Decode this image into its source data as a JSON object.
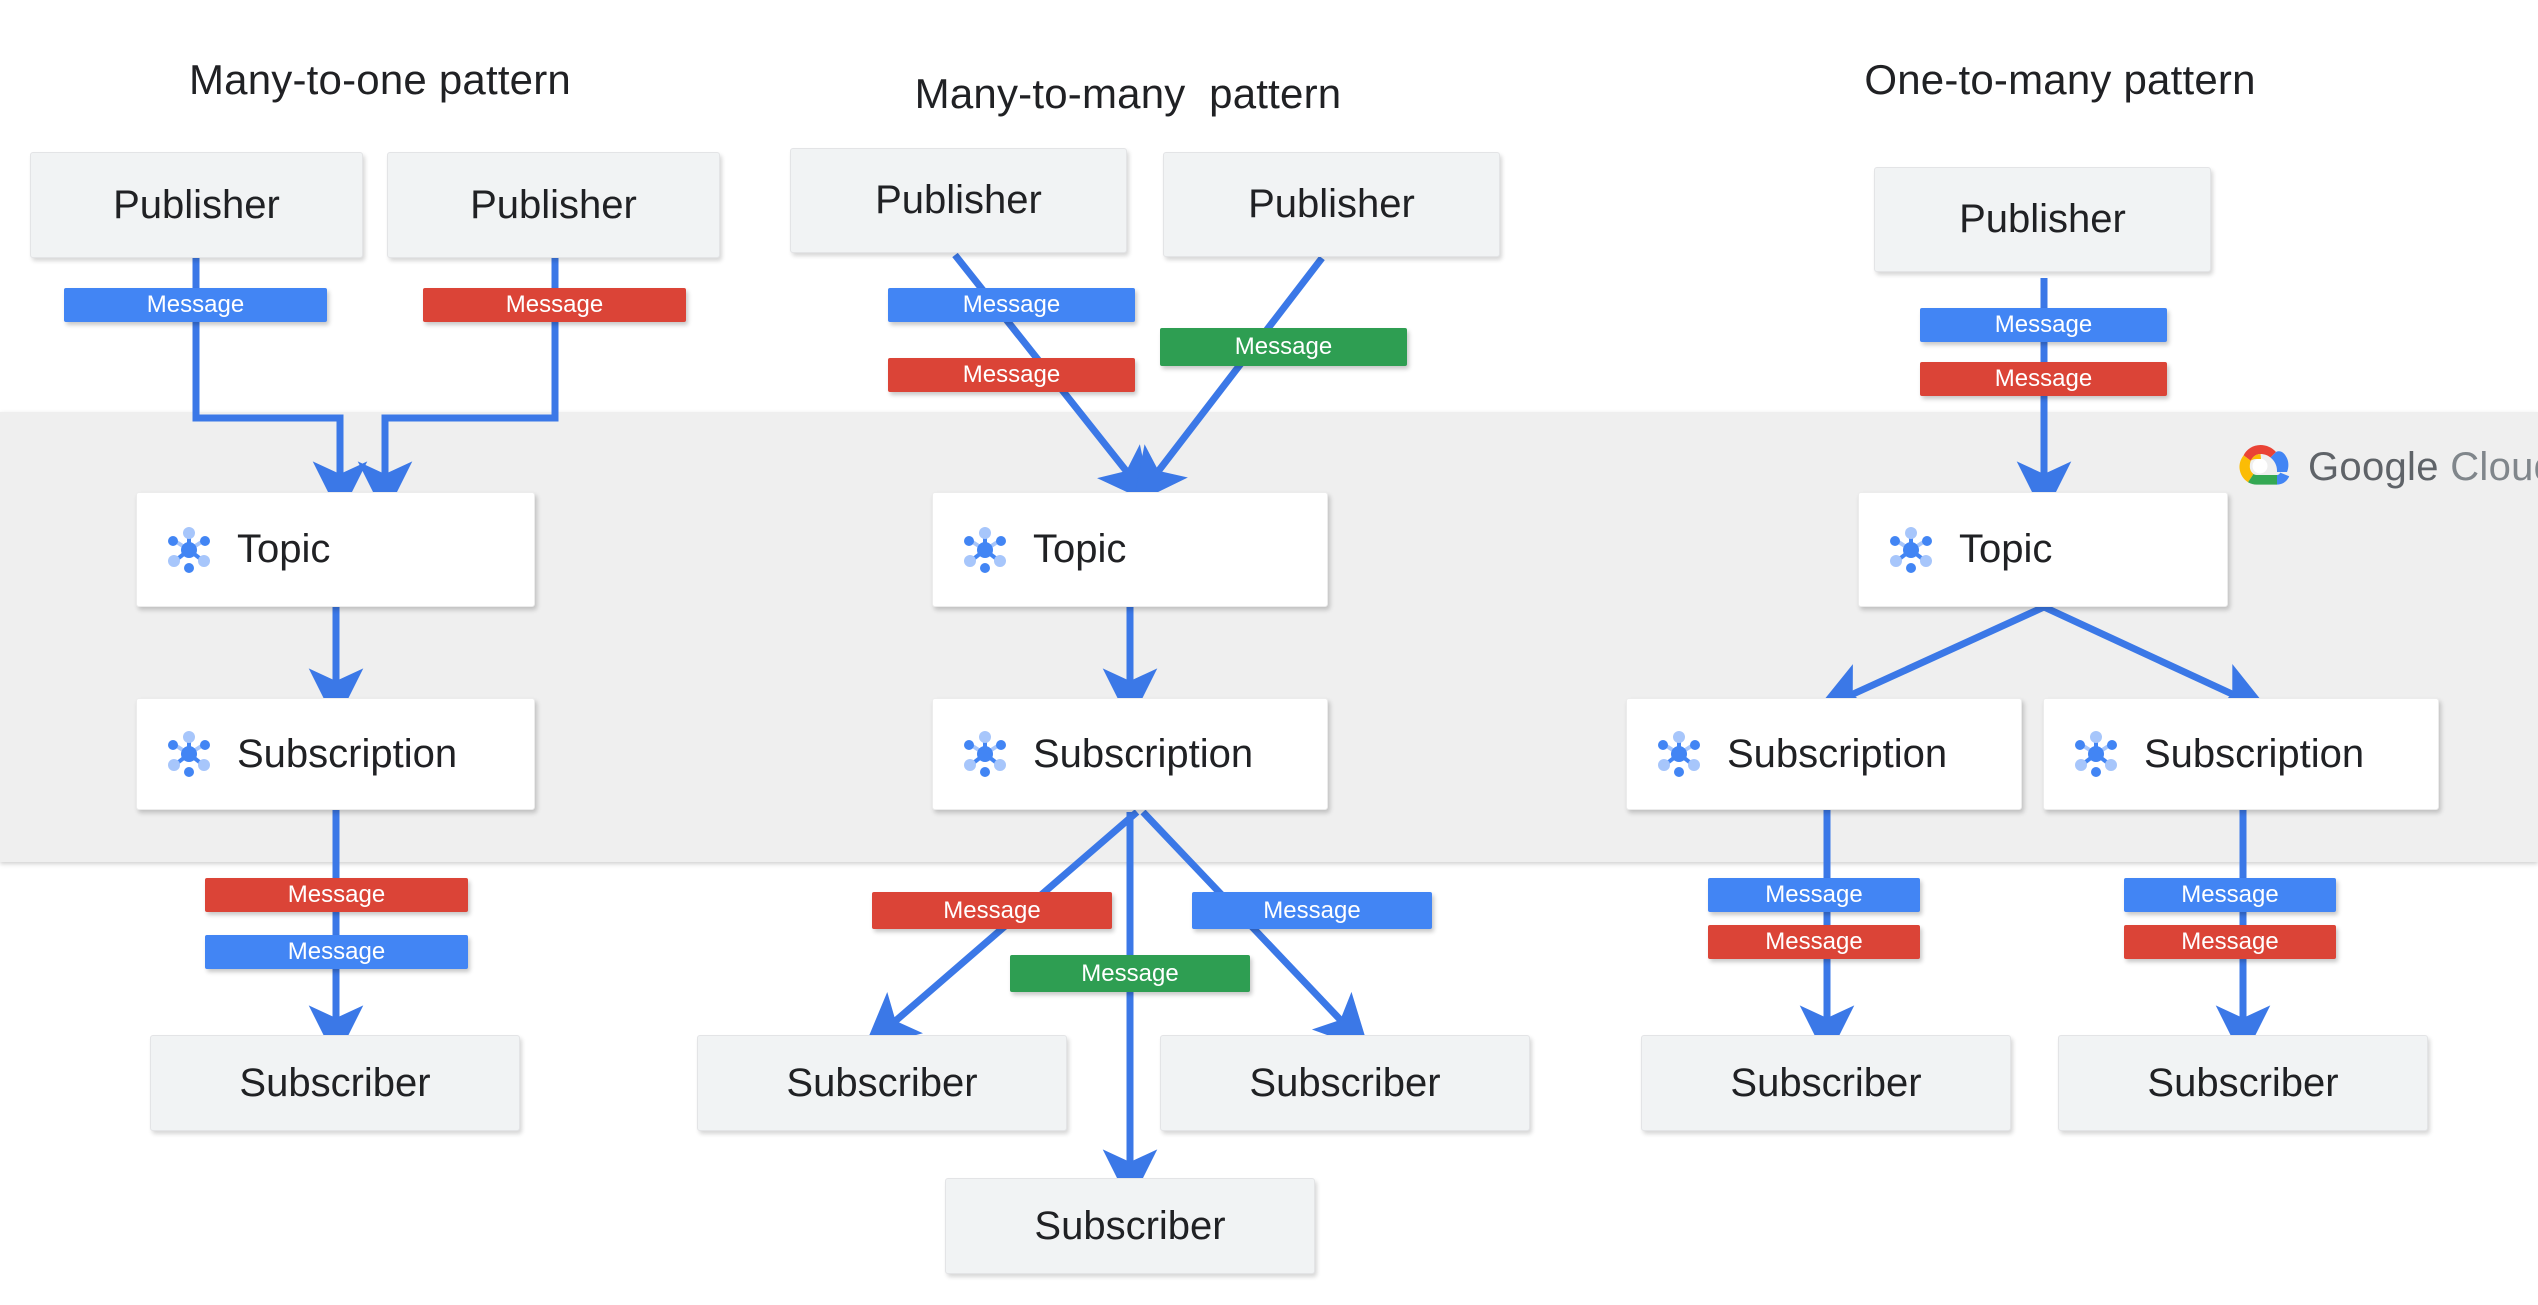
{
  "diagram": {
    "title_pattern_1": "Many-to-one pattern",
    "title_pattern_2": "Many-to-many  pattern",
    "title_pattern_3": "One-to-many pattern",
    "brand": {
      "name_strong": "Google",
      "name_light": " Cloud",
      "icon": "google-cloud-logo"
    },
    "labels": {
      "publisher": "Publisher",
      "subscriber": "Subscriber",
      "topic": "Topic",
      "subscription": "Subscription",
      "message": "Message"
    },
    "colors": {
      "blue": "#4285F4",
      "red": "#DB4437",
      "green": "#2E9E52",
      "arrow": "#3B78E7",
      "band": "#EFEFEF",
      "node_fill": "#F1F3F4",
      "service_fill": "#FFFFFF",
      "text": "#202124",
      "brand_text": "#5F6368",
      "icon_dark": "#4285F4",
      "icon_light": "#A7C6FB"
    }
  },
  "columns": [
    {
      "id": "many-to-one",
      "title": "Many-to-one pattern",
      "publishers": [
        "Publisher",
        "Publisher"
      ],
      "publish_messages": [
        "Message",
        "Message"
      ],
      "publish_message_colors": [
        "blue",
        "red"
      ],
      "topics": [
        "Topic"
      ],
      "subscriptions": [
        "Subscription"
      ],
      "deliver_messages": [
        "Message",
        "Message"
      ],
      "deliver_message_colors": [
        "red",
        "blue"
      ],
      "subscribers": [
        "Subscriber"
      ]
    },
    {
      "id": "many-to-many",
      "title": "Many-to-many  pattern",
      "publishers": [
        "Publisher",
        "Publisher"
      ],
      "publish_messages": [
        "Message",
        "Message",
        "Message"
      ],
      "publish_message_colors": [
        "blue",
        "red",
        "green"
      ],
      "topics": [
        "Topic"
      ],
      "subscriptions": [
        "Subscription"
      ],
      "deliver_messages": [
        "Message",
        "Message",
        "Message"
      ],
      "deliver_message_colors": [
        "red",
        "blue",
        "green"
      ],
      "subscribers": [
        "Subscriber",
        "Subscriber",
        "Subscriber"
      ]
    },
    {
      "id": "one-to-many",
      "title": "One-to-many pattern",
      "publishers": [
        "Publisher"
      ],
      "publish_messages": [
        "Message",
        "Message"
      ],
      "publish_message_colors": [
        "blue",
        "red"
      ],
      "topics": [
        "Topic"
      ],
      "subscriptions": [
        "Subscription",
        "Subscription"
      ],
      "deliver_messages": [
        "Message",
        "Message",
        "Message",
        "Message"
      ],
      "deliver_message_colors": [
        "blue",
        "red",
        "blue",
        "red"
      ],
      "subscribers": [
        "Subscriber",
        "Subscriber"
      ]
    }
  ]
}
